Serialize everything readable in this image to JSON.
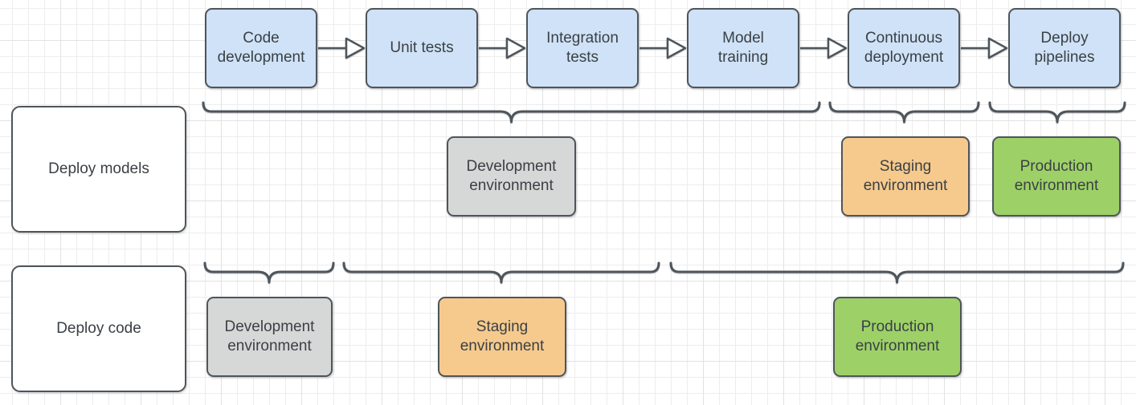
{
  "diagram": {
    "pipeline": [
      {
        "label": "Code development"
      },
      {
        "label": "Unit tests"
      },
      {
        "label": "Integration tests"
      },
      {
        "label": "Model training"
      },
      {
        "label": "Continuous deployment"
      },
      {
        "label": "Deploy pipelines"
      }
    ],
    "rows": [
      {
        "label": "Deploy models",
        "environments": [
          {
            "label": "Development environment",
            "type": "development"
          },
          {
            "label": "Staging environment",
            "type": "staging"
          },
          {
            "label": "Production environment",
            "type": "production"
          }
        ]
      },
      {
        "label": "Deploy code",
        "environments": [
          {
            "label": "Development environment",
            "type": "development"
          },
          {
            "label": "Staging environment",
            "type": "staging"
          },
          {
            "label": "Production environment",
            "type": "production"
          }
        ]
      }
    ],
    "colors": {
      "process_fill": "#cfe2f7",
      "development_fill": "#d6d7d7",
      "staging_fill": "#f6ca8d",
      "production_fill": "#9dd168",
      "stroke": "#4e555b",
      "text": "#3b4045",
      "grid_minor": "#ededed",
      "grid_major": "#e2e2e2"
    }
  }
}
